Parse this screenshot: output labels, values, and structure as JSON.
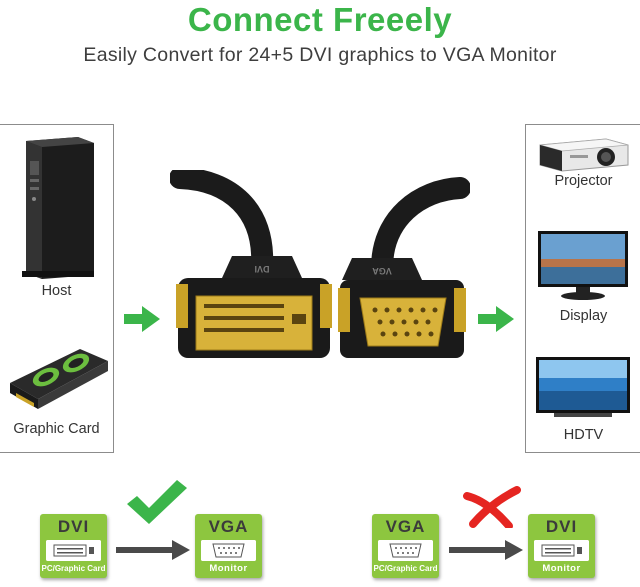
{
  "header": {
    "title": "Connect Freeely",
    "subtitle": "Easily Convert for 24+5 DVI graphics to VGA Monitor"
  },
  "left_panel": {
    "items": [
      {
        "label": "Host"
      },
      {
        "label": "Graphic Card"
      }
    ]
  },
  "right_panel": {
    "items": [
      {
        "label": "Projector"
      },
      {
        "label": "Display"
      },
      {
        "label": "HDTV"
      }
    ]
  },
  "cable": {
    "dvi_plug_text": "DVI",
    "vga_plug_text": "VGA"
  },
  "compat": {
    "supported": {
      "from": {
        "label": "DVI",
        "sub": "PC/Graphic Card"
      },
      "to": {
        "label": "VGA",
        "sub": "Monitor"
      },
      "status_icon": "check-mark-icon",
      "status_color": "#3bb54a"
    },
    "unsupported": {
      "from": {
        "label": "VGA",
        "sub": "PC/Graphic Card"
      },
      "to": {
        "label": "DVI",
        "sub": "Monitor"
      },
      "status_icon": "cross-mark-icon",
      "status_color": "#e52521"
    }
  },
  "colors": {
    "accent_green": "#3bb54a",
    "card_green": "#8dc63f",
    "gold": "#c9a227"
  }
}
